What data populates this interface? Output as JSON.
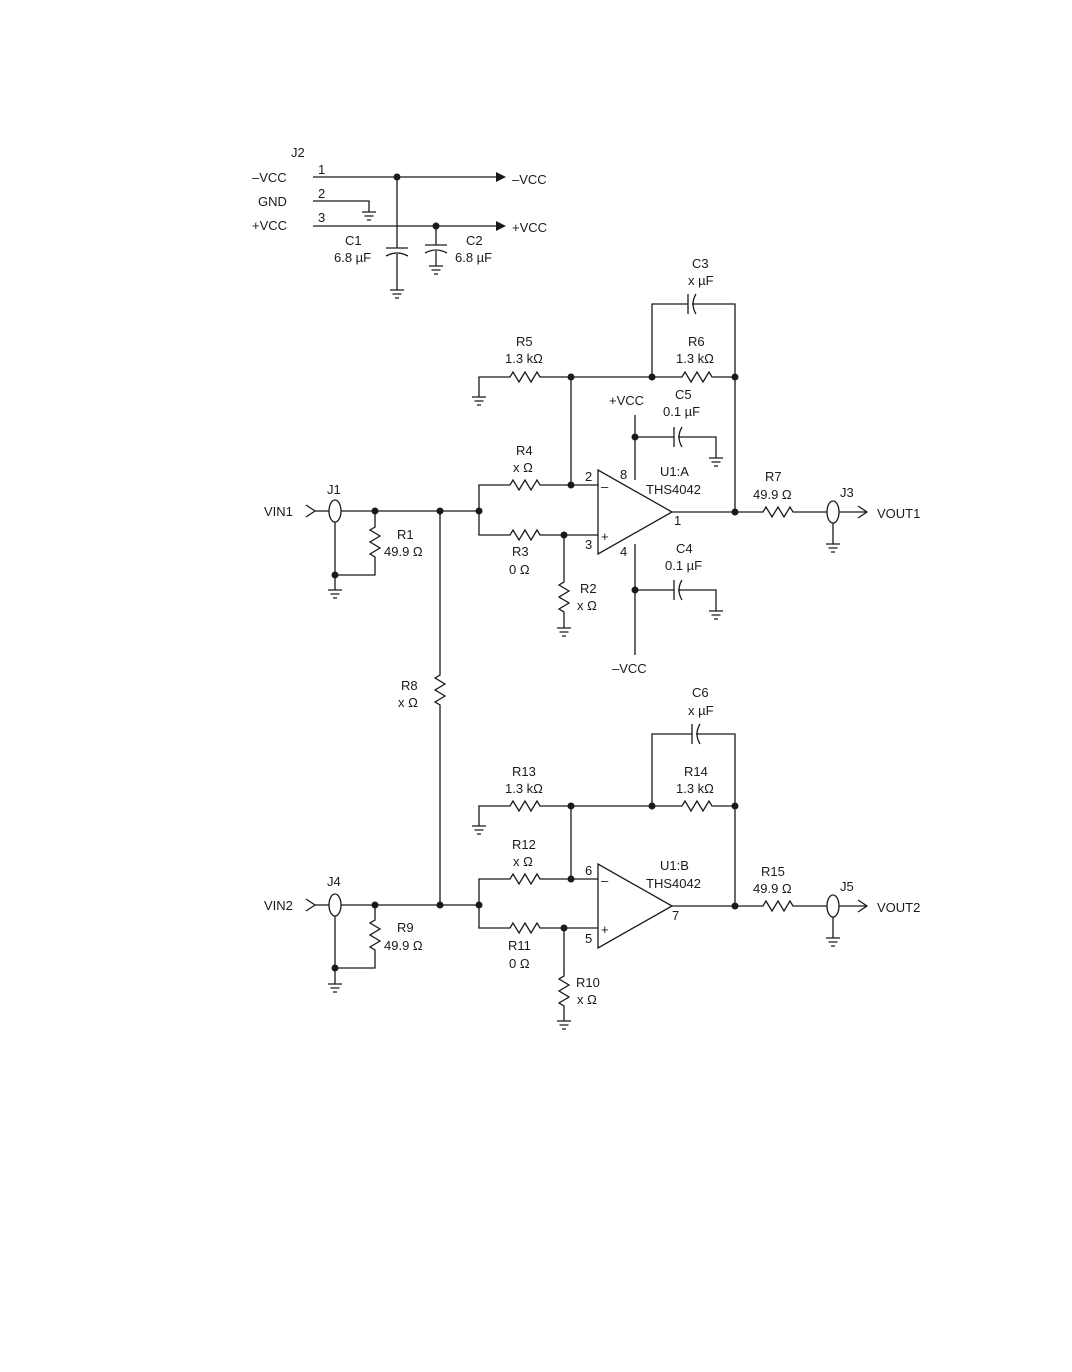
{
  "supply": {
    "connector": "J2",
    "pin1_num": "1",
    "pin2_num": "2",
    "pin3_num": "3",
    "pin1_label": "–VCC",
    "pin2_label": "GND",
    "pin3_label": "+VCC",
    "rail_neg": "–VCC",
    "rail_pos": "+VCC",
    "c1_name": "C1",
    "c1_value": "6.8 µF",
    "c2_name": "C2",
    "c2_value": "6.8 µF"
  },
  "ch1": {
    "input_label": "VIN1",
    "input_conn": "J1",
    "r1_name": "R1",
    "r1_value": "49.9 Ω",
    "r2_name": "R2",
    "r2_value": "x Ω",
    "r3_name": "R3",
    "r3_value": "0 Ω",
    "r4_name": "R4",
    "r4_value": "x Ω",
    "r5_name": "R5",
    "r5_value": "1.3 kΩ",
    "r6_name": "R6",
    "r6_value": "1.3 kΩ",
    "r7_name": "R7",
    "r7_value": "49.9 Ω",
    "c3_name": "C3",
    "c3_value": "x µF",
    "c4_name": "C4",
    "c4_value": "0.1 µF",
    "c5_name": "C5",
    "c5_value": "0.1 µF",
    "vcc_pos": "+VCC",
    "vcc_neg": "–VCC",
    "opamp_ref": "U1:A",
    "opamp_part": "THS4042",
    "pin_inv": "2",
    "pin_noninv": "3",
    "pin_out": "1",
    "pin_vpos": "8",
    "pin_vneg": "4",
    "minus_sign": "–",
    "plus_sign": "+",
    "output_conn": "J3",
    "output_label": "VOUT1"
  },
  "r8": {
    "name": "R8",
    "value": "x Ω"
  },
  "ch2": {
    "input_label": "VIN2",
    "input_conn": "J4",
    "r9_name": "R9",
    "r9_value": "49.9 Ω",
    "r10_name": "R10",
    "r10_value": "x Ω",
    "r11_name": "R11",
    "r11_value": "0 Ω",
    "r12_name": "R12",
    "r12_value": "x Ω",
    "r13_name": "R13",
    "r13_value": "1.3 kΩ",
    "r14_name": "R14",
    "r14_value": "1.3 kΩ",
    "r15_name": "R15",
    "r15_value": "49.9 Ω",
    "c6_name": "C6",
    "c6_value": "x µF",
    "opamp_ref": "U1:B",
    "opamp_part": "THS4042",
    "pin_inv": "6",
    "pin_noninv": "5",
    "pin_out": "7",
    "minus_sign": "–",
    "plus_sign": "+",
    "output_conn": "J5",
    "output_label": "VOUT2"
  }
}
